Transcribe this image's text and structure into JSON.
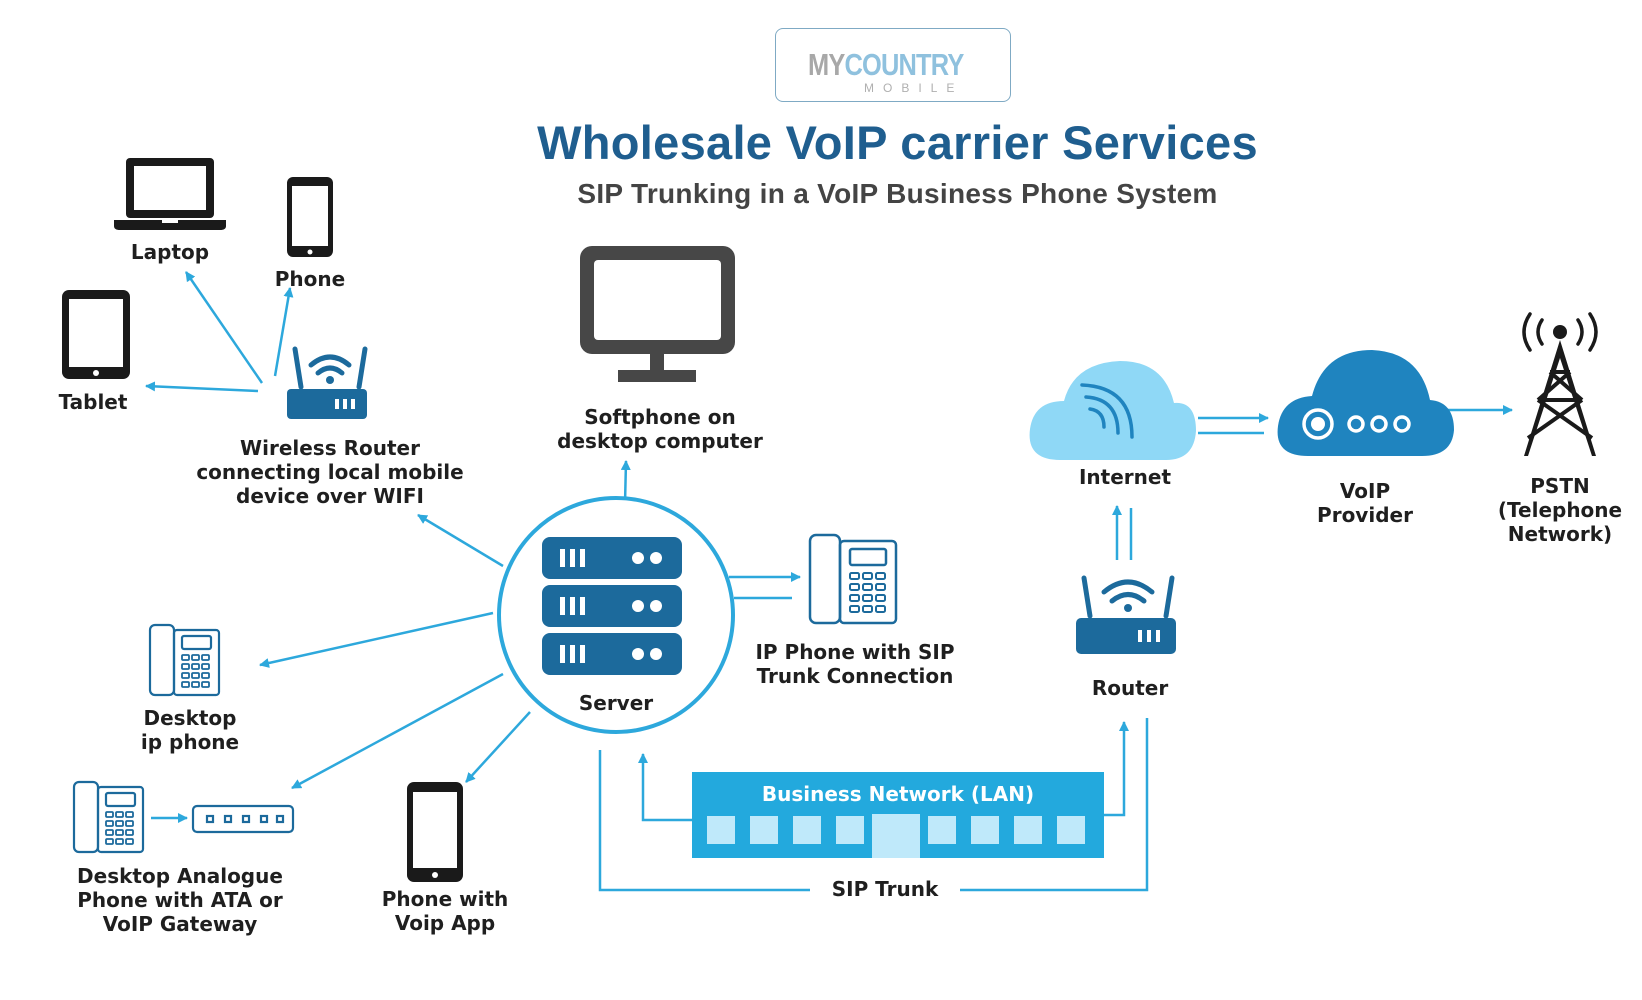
{
  "logo": {
    "word_1": "MY",
    "word_2": "COUNTRY",
    "sub": "MOBILE"
  },
  "title": "Wholesale VoIP carrier Services",
  "subtitle": "SIP Trunking in a VoIP Business Phone System",
  "colors": {
    "title": "#1f5e8f",
    "accent": "#2da8dc",
    "dark_blue": "#1c6a9c",
    "cloud_light": "#8fd8f6",
    "cloud_dark": "#1f84bf",
    "lan": "#23a9dd",
    "icon": "#1a1a1a"
  },
  "nodes": {
    "laptop": {
      "label": "Laptop",
      "icon": "laptop-icon"
    },
    "phone": {
      "label": "Phone",
      "icon": "smartphone-icon"
    },
    "tablet": {
      "label": "Tablet",
      "icon": "tablet-icon"
    },
    "wireless_router": {
      "label": "Wireless Router\nconnecting local mobile\ndevice over WIFI",
      "icon": "wifi-router-icon"
    },
    "softphone": {
      "label": "Softphone on\ndesktop computer",
      "icon": "monitor-icon"
    },
    "server": {
      "label": "Server",
      "icon": "server-icon"
    },
    "ip_phone": {
      "label": "IP Phone with SIP\nTrunk Connection",
      "icon": "desk-phone-icon"
    },
    "desktop_ip_phone": {
      "label": "Desktop\nip phone",
      "icon": "desk-phone-icon"
    },
    "analogue_phone": {
      "label": "Desktop Analogue\nPhone with ATA or\nVoIP Gateway",
      "icon": "desk-phone-icon"
    },
    "phone_app": {
      "label": "Phone with\nVoip App",
      "icon": "smartphone-icon"
    },
    "internet": {
      "label": "Internet",
      "icon": "cloud-icon"
    },
    "voip_provider": {
      "label": "VoIP\nProvider",
      "icon": "cloud-icon"
    },
    "pstn": {
      "label": "PSTN\n(Telephone\nNetwork)",
      "icon": "cell-tower-icon"
    },
    "router": {
      "label": "Router",
      "icon": "wifi-router-icon"
    }
  },
  "lan": {
    "label": "Business Network (LAN)"
  },
  "sip_trunk": {
    "label": "SIP Trunk"
  }
}
